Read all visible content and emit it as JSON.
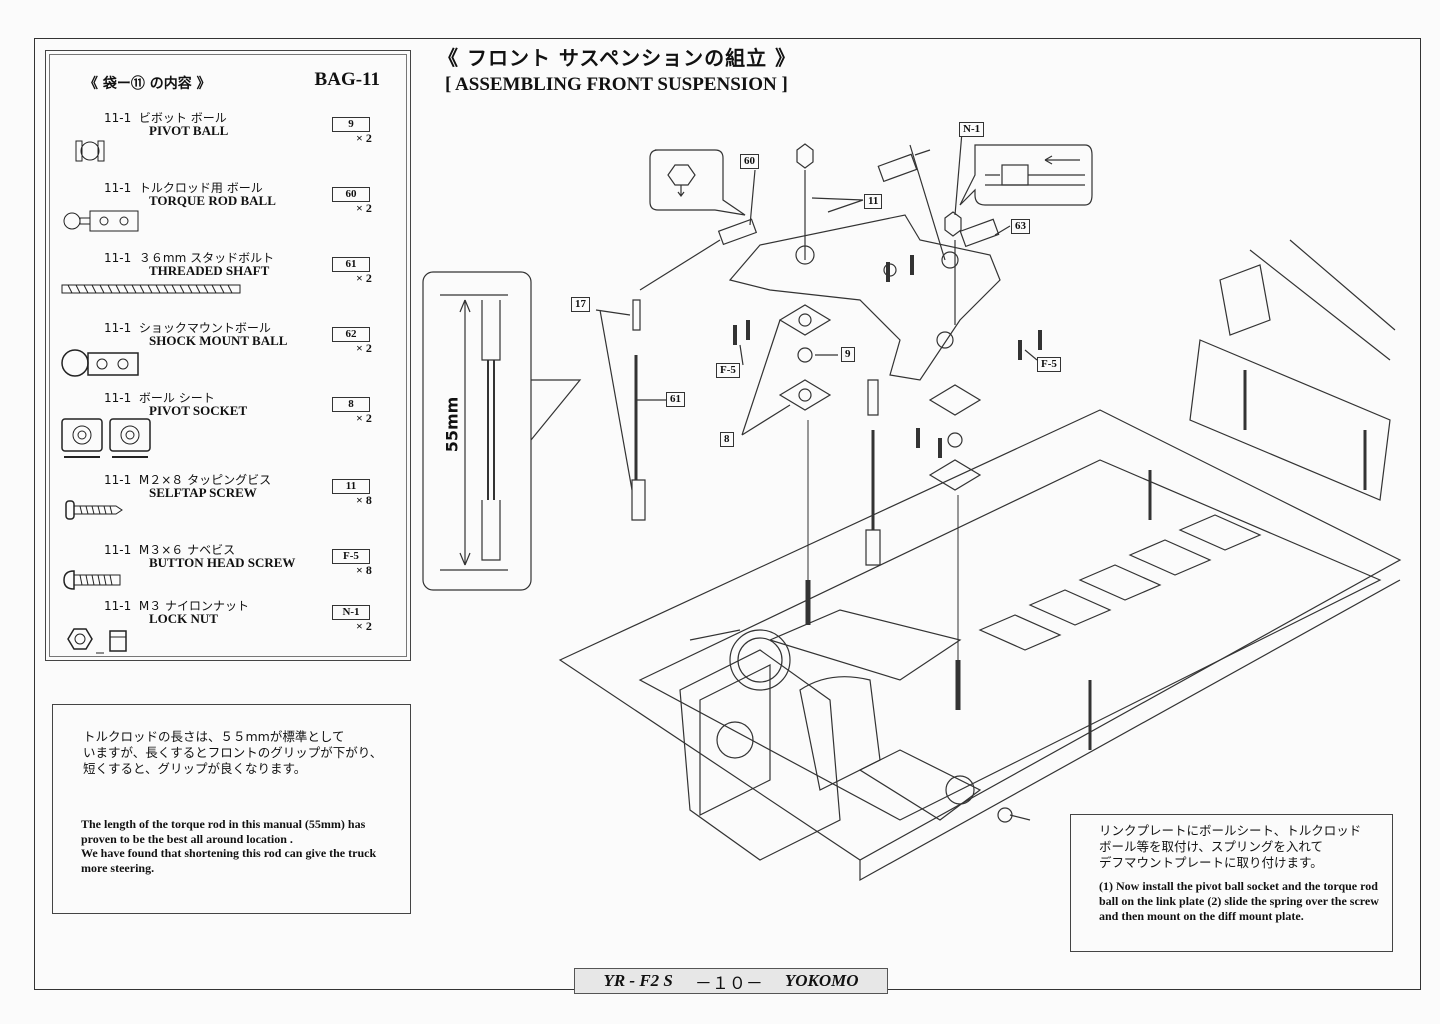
{
  "bag": {
    "heading": "《 袋ー⑪ の内容 》",
    "code": "BAG-11",
    "parts": [
      {
        "index": "11-1",
        "ja": "ビボット ボール",
        "en": "PIVOT BALL",
        "code": "9",
        "qty": "× 2"
      },
      {
        "index": "11-1",
        "ja": "トルクロッド用 ボール",
        "en": "TORQUE ROD BALL",
        "code": "60",
        "qty": "× 2"
      },
      {
        "index": "11-1",
        "ja": "３６mm スタッドボルト",
        "en": "THREADED SHAFT",
        "code": "61",
        "qty": "× 2"
      },
      {
        "index": "11-1",
        "ja": "ショックマウントボール",
        "en": "SHOCK MOUNT BALL",
        "code": "62",
        "qty": "× 2"
      },
      {
        "index": "11-1",
        "ja": "ボール シート",
        "en": "PIVOT SOCKET",
        "code": "8",
        "qty": "× 2"
      },
      {
        "index": "11-1",
        "ja": "M２×８ タッピングビス",
        "en": "SELFTAP SCREW",
        "code": "11",
        "qty": "× 8"
      },
      {
        "index": "11-1",
        "ja": "M３×６ ナベビス",
        "en": "BUTTON HEAD SCREW",
        "code": "F-5",
        "qty": "× 8"
      },
      {
        "index": "11-1",
        "ja": "M３ ナイロンナット",
        "en": "LOCK NUT",
        "code": "N-1",
        "qty": "× 2"
      }
    ]
  },
  "title": {
    "ja": "《 フロント サスペンションの組立 》",
    "en": "[ ASSEMBLING FRONT SUSPENSION ]"
  },
  "diagram_labels": {
    "n1": "N-1",
    "p60": "60",
    "p11": "11",
    "p63": "63",
    "p17": "17",
    "f5a": "F-5",
    "p9": "9",
    "f5b": "F-5",
    "p61": "61",
    "p8": "8",
    "dimension": "55mm"
  },
  "note_left": {
    "ja": "トルクロッドの長さは、５５mmが標準として\nいますが、長くするとフロントのグリップが下がり、\n短くすると、グリップが良くなります。",
    "en1": "The length of the torque rod in this manual (55mm) has proven to be the best all around location .",
    "en2": "We have found that shortening this rod can give the truck more steering."
  },
  "note_right": {
    "ja": "リンクプレートにボールシート、トルクロッド\nボール等を取付け、スプリングを入れて\nデフマウントプレートに取り付けます。",
    "en": "(1) Now install the pivot ball socket and the torque rod ball on the link plate (2) slide the spring over the screw and then mount on the diff mount plate."
  },
  "footer": {
    "model": "YR - F2 S",
    "page": "－１０－",
    "brand": "YOKOMO"
  }
}
